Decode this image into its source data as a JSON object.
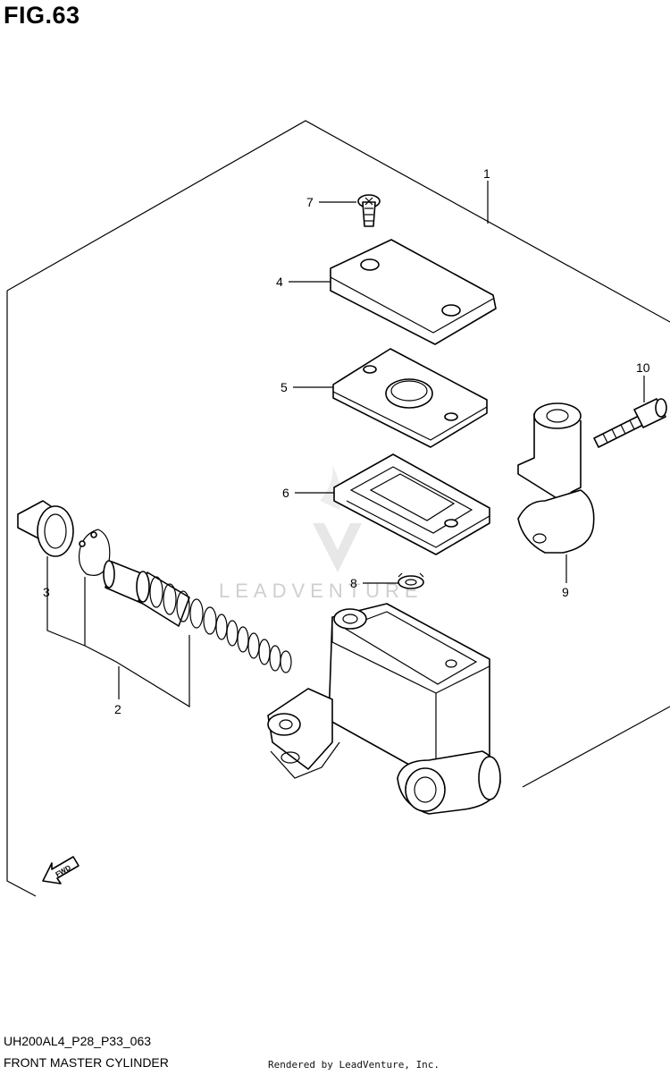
{
  "figure": {
    "title": "FIG.63",
    "code": "UH200AL4_P28_P33_063",
    "name": "FRONT MASTER CYLINDER",
    "rendered_by": "Rendered by LeadVenture, Inc.",
    "watermark": "LEADVENTURE"
  },
  "callouts": [
    "1",
    "2",
    "3",
    "4",
    "5",
    "6",
    "7",
    "8",
    "9",
    "10"
  ],
  "icons": {
    "fwd_arrow": "FWD"
  }
}
